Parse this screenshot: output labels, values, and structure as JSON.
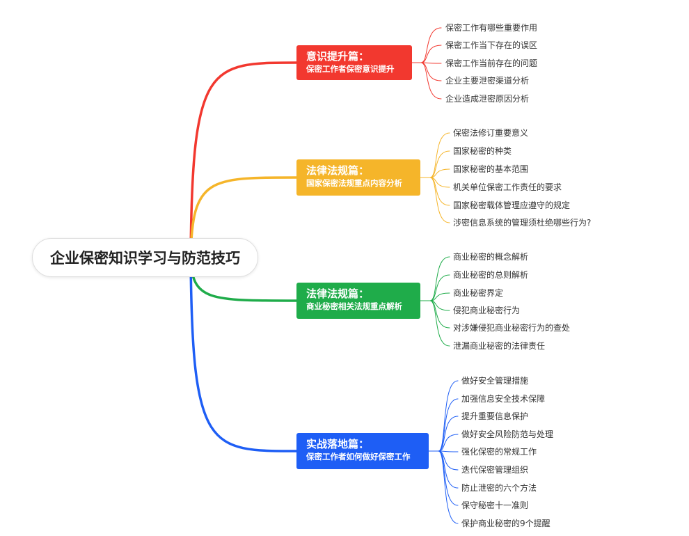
{
  "root": {
    "label": "企业保密知识学习与防范技巧"
  },
  "colors": {
    "red": "#f2382f",
    "yellow": "#f5b52a",
    "green": "#1fac4a",
    "blue": "#1e5ef5"
  },
  "branches": [
    {
      "title": "意识提升篇：",
      "subtitle": "保密工作者保密意识提升",
      "color": "#f2382f",
      "leaves": [
        "保密工作有哪些重要作用",
        "保密工作当下存在的误区",
        "保密工作当前存在的问题",
        "企业主要泄密渠道分析",
        "企业造成泄密原因分析"
      ]
    },
    {
      "title": "法律法规篇：",
      "subtitle": "国家保密法规重点内容分析",
      "color": "#f5b52a",
      "leaves": [
        "保密法修订重要意义",
        "国家秘密的种类",
        "国家秘密的基本范围",
        "机关单位保密工作责任的要求",
        "国家秘密载体管理应遵守的规定",
        "涉密信息系统的管理须杜绝哪些行为?"
      ]
    },
    {
      "title": "法律法规篇：",
      "subtitle": "商业秘密相关法规重点解析",
      "color": "#1fac4a",
      "leaves": [
        "商业秘密的概念解析",
        "商业秘密的总则解析",
        "商业秘密界定",
        "侵犯商业秘密行为",
        "对涉嫌侵犯商业秘密行为的查处",
        "泄漏商业秘密的法律责任"
      ]
    },
    {
      "title": "实战落地篇：",
      "subtitle": "保密工作者如何做好保密工作",
      "color": "#1e5ef5",
      "leaves": [
        "做好安全管理措施",
        "加强信息安全技术保障",
        "提升重要信息保护",
        "做好安全风险防范与处理",
        "强化保密的常规工作",
        "迭代保密管理组织",
        "防止泄密的六个方法",
        "保守秘密十一准则",
        "保护商业秘密的9个提醒"
      ]
    }
  ]
}
